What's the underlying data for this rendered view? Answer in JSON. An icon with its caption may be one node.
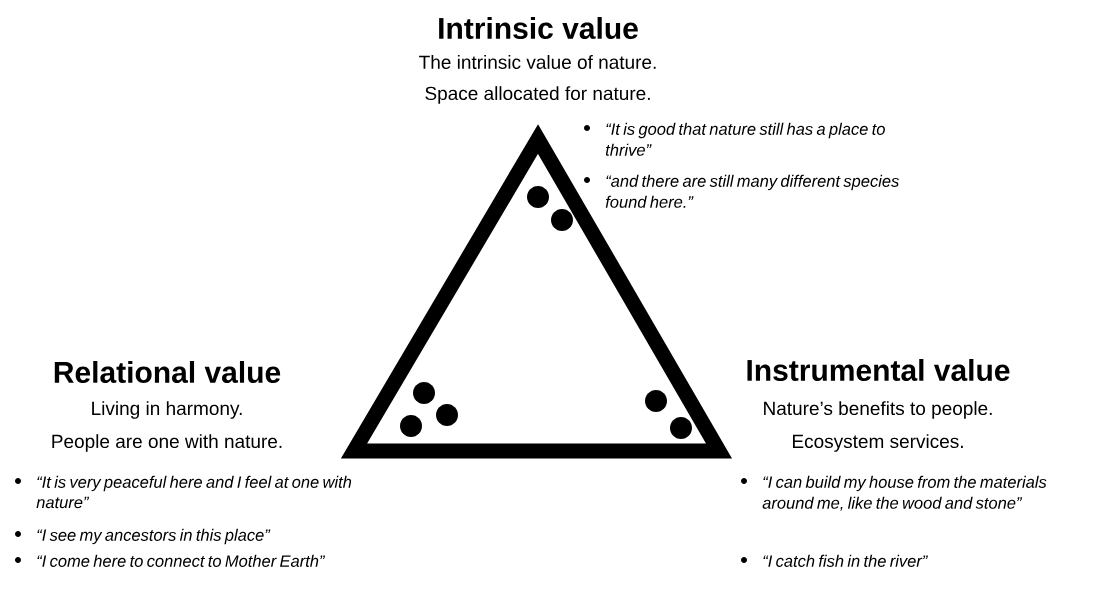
{
  "diagram": {
    "labels": [
      "Intrinsic value",
      "The intrinsic value of nature.",
      "Space allocated for nature.",
      "“It is good that nature still has a place to thrive”",
      "“and there are still many different species found here.”",
      "Relational value",
      "Living in harmony.",
      "People are one with nature.",
      "“It is very peaceful here and I feel at one with nature”",
      "“I see my ancestors in this place”",
      "“I come here to connect to Mother Earth”",
      "Instrumental value",
      "Nature’s benefits to people.",
      "Ecosystem services.",
      "“I can build my house from the materials around me, like the wood and stone”",
      "“I catch fish in the river”"
    ]
  }
}
